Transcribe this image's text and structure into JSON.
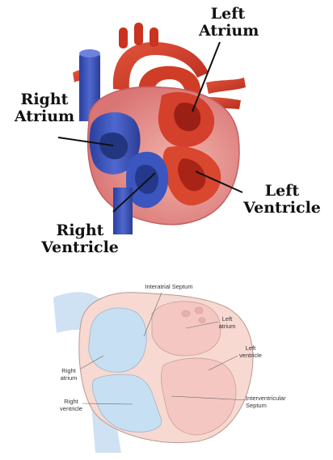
{
  "top_diagram": {
    "labels": {
      "left_atrium": [
        "Left",
        "Atrium"
      ],
      "right_atrium": [
        "Right",
        "Atrium"
      ],
      "left_ventricle": [
        "Left",
        "Ventricle"
      ],
      "right_ventricle": [
        "Right",
        "Ventricle"
      ]
    }
  },
  "bottom_diagram": {
    "labels": {
      "interatrial_septum": "Interatrial Septum",
      "left_atrium": [
        "Left",
        "atrium"
      ],
      "left_ventricle": [
        "Left",
        "ventricle"
      ],
      "right_atrium": [
        "Right",
        "atrium"
      ],
      "right_ventricle": [
        "Right",
        "ventricle"
      ],
      "interventricular_septum": [
        "Interventricular",
        "Septum"
      ]
    }
  },
  "colors": {
    "oxygenated": "#d8402e",
    "deoxygenated": "#3b52b8",
    "myocardium": "#e58f8f",
    "schematic_blue": "#c7dff2",
    "schematic_pink": "#f4c7c3",
    "schematic_wall": "#f6d6cf"
  }
}
